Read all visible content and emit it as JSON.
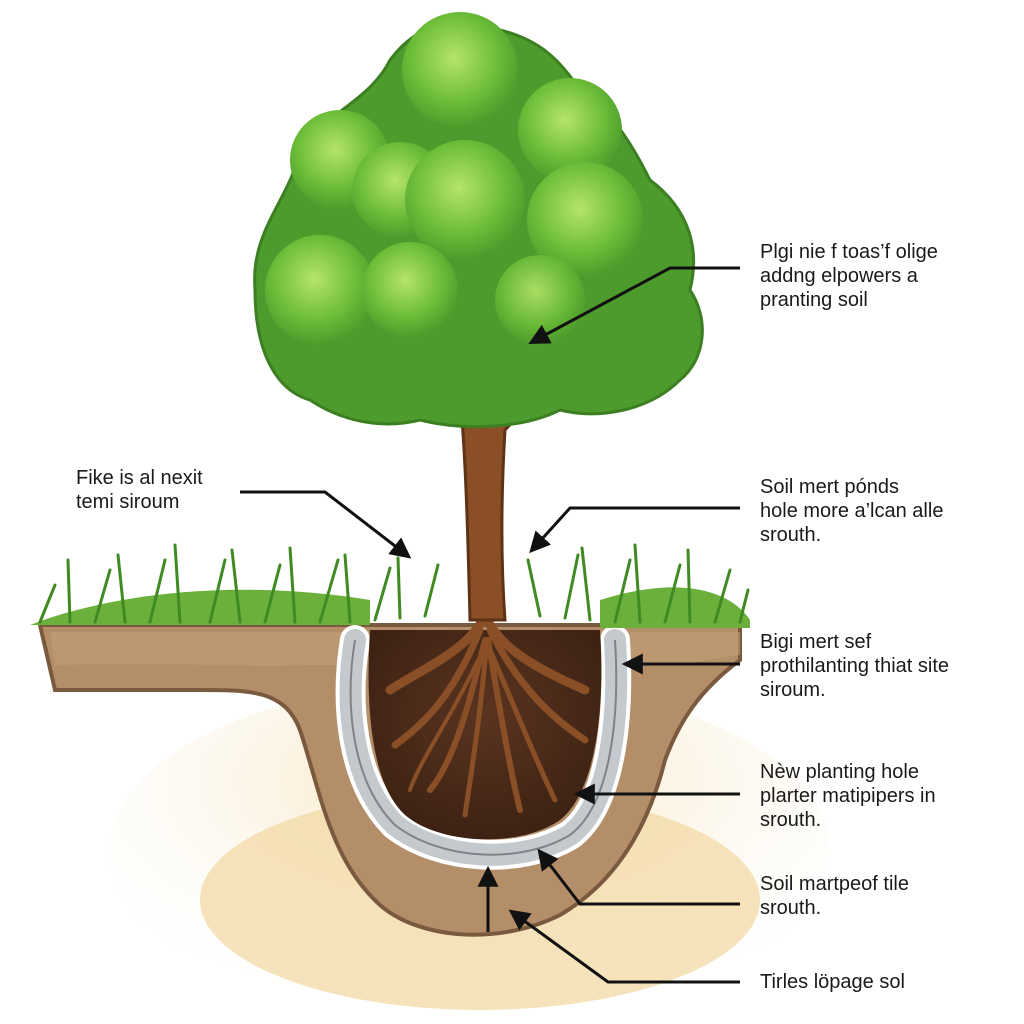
{
  "colors": {
    "foliage_dark": "#3f8a2c",
    "foliage_mid": "#5fae34",
    "foliage_light": "#a8dc5a",
    "trunk": "#8a4f26",
    "trunk_dark": "#5e3215",
    "grass": "#4d9b2a",
    "soil_outer": "#b08a66",
    "soil_inner": "#4a2a17",
    "liner": "#cfd3d6",
    "sand": "#f3d9a6",
    "arrow": "#111111"
  },
  "labels": {
    "top_right": [
      "Plgi nie f toas’f  olige",
      "addng elpowers a",
      "pranting soil"
    ],
    "left": [
      "Fike is al nexit",
      "temi siroum"
    ],
    "right_1": [
      "Soil mert pónds",
      "hole more a’lcan alle",
      "srouth."
    ],
    "right_2": [
      "Bigi mert sef",
      "prothilanting thiat site",
      "siroum."
    ],
    "right_3": [
      "Nèw planting hole",
      "plarter matipipers in",
      "srouth."
    ],
    "right_4": [
      "Soil martpeof tile",
      "srouth."
    ],
    "right_5": [
      "Tirles löpage sol"
    ]
  }
}
